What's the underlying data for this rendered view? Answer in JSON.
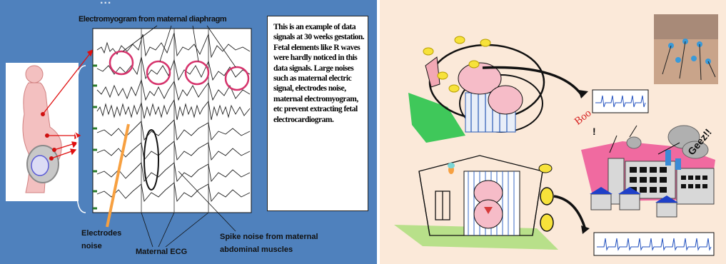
{
  "left_panel": {
    "header_partial": "...",
    "emg_label": "Electromyogram from maternal diaphragm",
    "description": "This is an example of data signals at 30 weeks gestation. Fetal elements like R waves were hardly noticed in this data signals. Large noises such as maternal electric signal, electrodes noise, maternal electromyogram, etc prevent extracting fetal electrocardiogram.",
    "label_electrodes_noise": "Electrodes noise",
    "label_maternal_ecg": "Maternal ECG",
    "label_spike_noise": "Spike noise from maternal abdominal muscles"
  },
  "right_panel": {
    "boo_text": "Boo",
    "boo_punct": "!",
    "geez_text": "Geez!!"
  },
  "colors": {
    "left_bg": "#4f81bd",
    "right_bg": "#fbe9d9",
    "circle_highlight": "#d6336c",
    "arrow_orange": "#f7a040",
    "ecg_blue": "#1f4fbf",
    "factory_pink": "#f06aa0"
  }
}
